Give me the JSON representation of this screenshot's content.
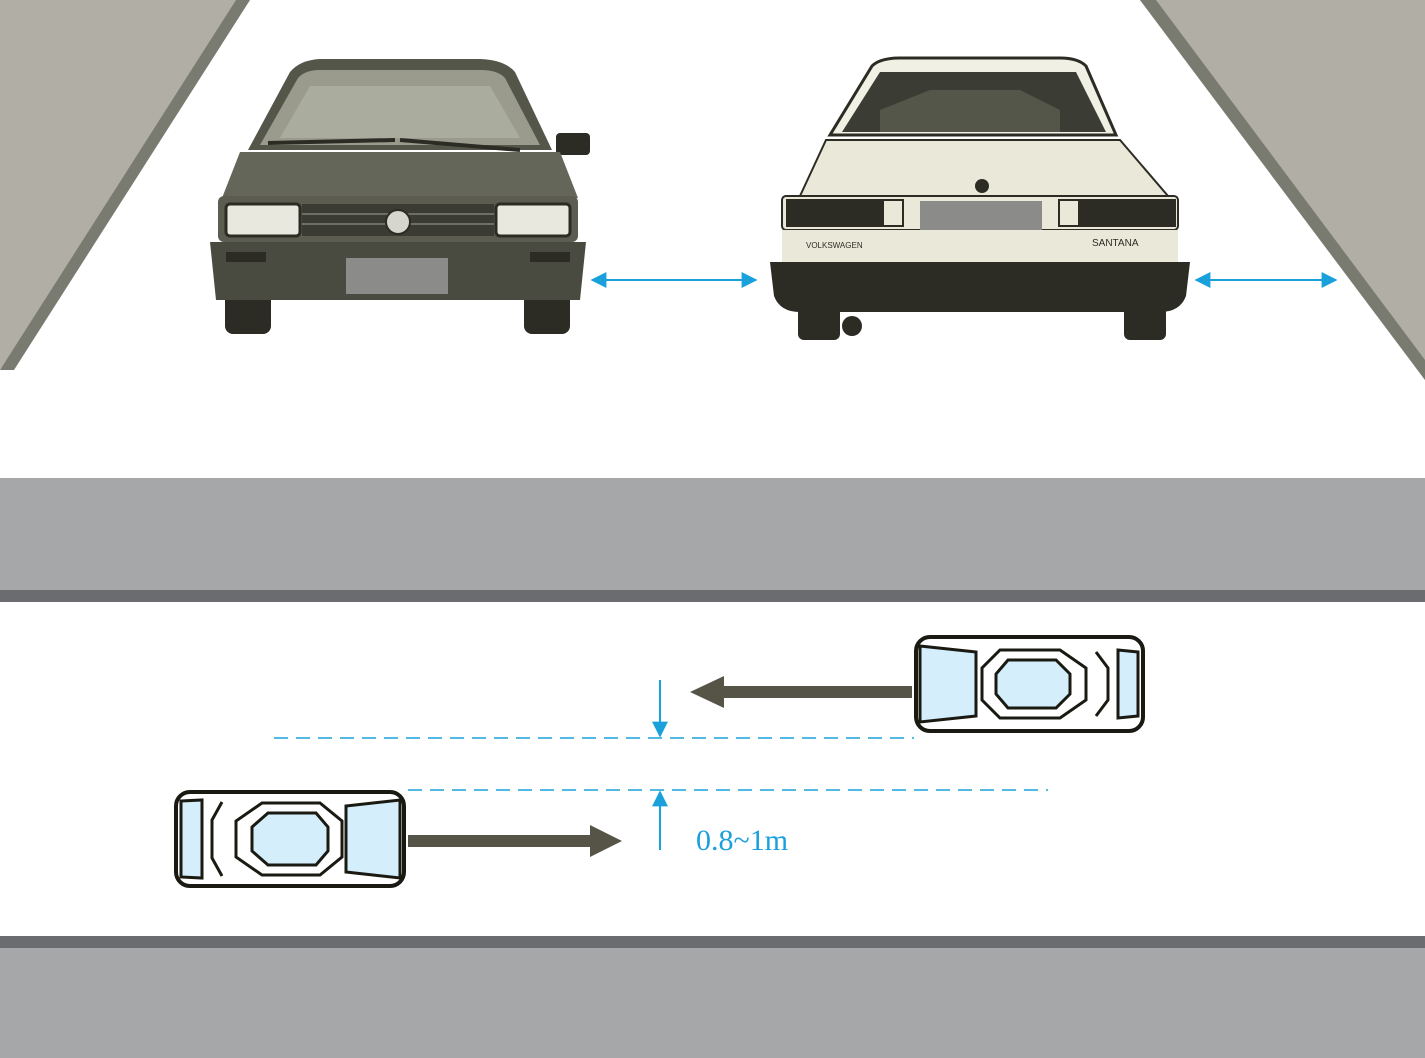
{
  "colors": {
    "background": "#ffffff",
    "sidewalk": "#a6a7a9",
    "curb": "#6b6c70",
    "road_edge_light": "#b1aea5",
    "road_edge_dark": "#7a7b70",
    "car_body_front": "#5c5d50",
    "car_body_rear": "#e9e8d9",
    "car_dark": "#2c2c25",
    "plate_blur": "#8b8c8a",
    "window_glass": "#d4eefb",
    "car_outline": "#1a1a12",
    "motion_arrow": "#555447",
    "accent_blue": "#1aa1dc"
  },
  "icons": {
    "front_car": "oncoming-car-front-view-icon",
    "rear_car": "car-rear-view-icon",
    "top_car_left": "car-top-view-icon",
    "top_car_right": "car-top-view-icon",
    "direction_arrow": "direction-arrow-icon",
    "double_arrow": "double-headed-arrow-icon"
  },
  "labels": {
    "rear_badge_left": "VOLKSWAGEN",
    "rear_badge_right": "SANTANA",
    "lateral_spacing": "0.8~1m"
  }
}
